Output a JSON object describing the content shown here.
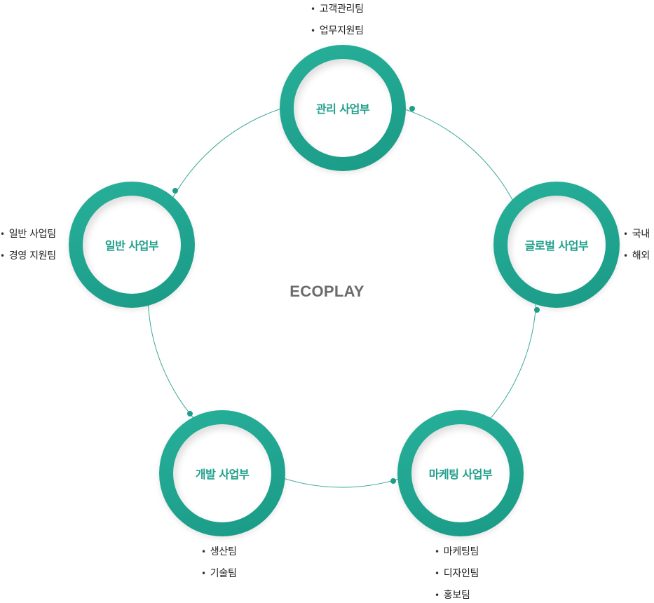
{
  "center": {
    "title": "ECOPLAY"
  },
  "divisions": [
    {
      "name": "관리 사업부",
      "teams": [
        "고객관리팀",
        "업무지원팀"
      ]
    },
    {
      "name": "글로벌 사업부",
      "teams": [
        "국내",
        "해외"
      ]
    },
    {
      "name": "마케팅 사업부",
      "teams": [
        "마케팅팀",
        "디자인팀",
        "홍보팀"
      ]
    },
    {
      "name": "개발 사업부",
      "teams": [
        "생산팀",
        "기술팀"
      ]
    },
    {
      "name": "일반 사업부",
      "teams": [
        "일반 사업팀",
        "경영 지원팀"
      ]
    }
  ],
  "bullet": "•",
  "colors": {
    "accent": "#1f9f8b",
    "ring": "#23a690",
    "line": "#3aa897",
    "center_text": "#6b6b6b"
  }
}
